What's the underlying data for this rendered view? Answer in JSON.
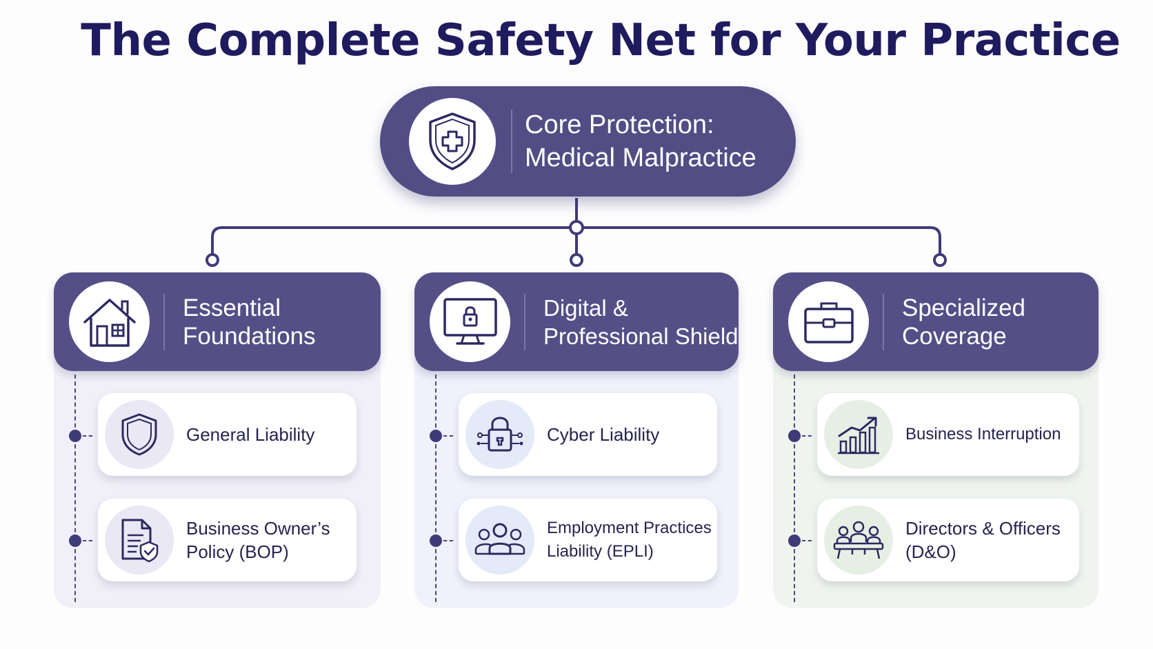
{
  "title": "The Complete Safety Net for Your Practice",
  "colors": {
    "title": "#1e1b5e",
    "primary": "#524d84",
    "header": "#554f87",
    "connector": "#3f3a78",
    "column_a_bg": "#f1f0f8",
    "column_b_bg": "#eff2fb",
    "column_c_bg": "#eff5ee"
  },
  "core": {
    "icon": "shield-medical-cross-icon",
    "label_line1": "Core Protection:",
    "label_line2": "Medical Malpractice"
  },
  "columns": [
    {
      "icon": "house-icon",
      "title_line1": "Essential",
      "title_line2": "Foundations",
      "items": [
        {
          "icon": "shield-icon",
          "line1": "General Liability",
          "line2": ""
        },
        {
          "icon": "document-shield-icon",
          "line1": "Business Owner’s",
          "line2": "Policy (BOP)"
        }
      ]
    },
    {
      "icon": "monitor-lock-icon",
      "title_line1": "Digital &",
      "title_line2": "Professional Shield",
      "items": [
        {
          "icon": "padlock-circuit-icon",
          "line1": "Cyber Liability",
          "line2": ""
        },
        {
          "icon": "people-group-icon",
          "line1": "Employment Practices",
          "line2": "Liability (EPLI)"
        }
      ]
    },
    {
      "icon": "briefcase-icon",
      "title_line1": "Specialized",
      "title_line2": "Coverage",
      "items": [
        {
          "icon": "bar-chart-growth-icon",
          "line1": "Business Interruption",
          "line2": ""
        },
        {
          "icon": "board-meeting-icon",
          "line1": "Directors & Officers",
          "line2": "(D&O)"
        }
      ]
    }
  ]
}
